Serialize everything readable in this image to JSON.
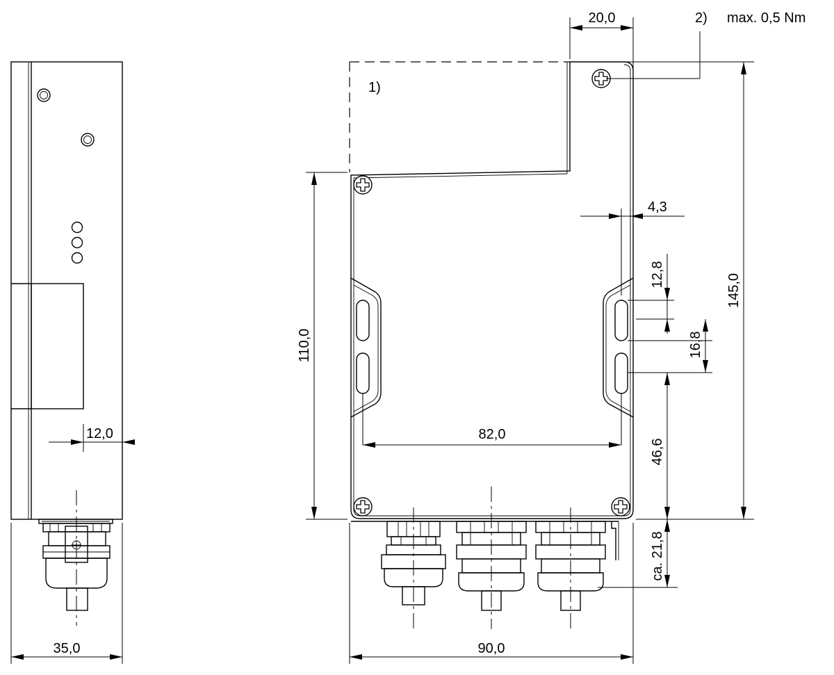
{
  "drawing": {
    "note_1": "1)",
    "note_2": "2)",
    "torque": "max. 0,5 Nm",
    "dims": {
      "d20": "20,0",
      "d145": "145,0",
      "d110": "110,0",
      "d4_3": "4,3",
      "d12_8": "12,8",
      "d16_8": "16,8",
      "d46_6": "46,6",
      "d82": "82,0",
      "d21_8": "ca. 21,8",
      "d90": "90,0",
      "d12": "12,0",
      "d35": "35,0"
    }
  }
}
